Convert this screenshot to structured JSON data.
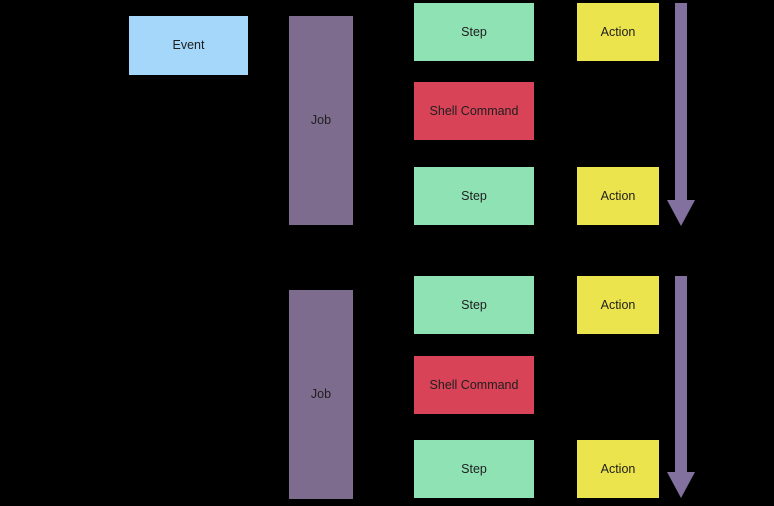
{
  "colors": {
    "background": "#000000",
    "event": "#a4d7f9",
    "job": "#7e6c8f",
    "step": "#8fe2b4",
    "shell": "#d94357",
    "action": "#ece44d",
    "arrow": "#82709f",
    "text": "#1e1e1e"
  },
  "groups": [
    {
      "event": {
        "label": "Event"
      },
      "job": {
        "label": "Job"
      },
      "steps": [
        {
          "label": "Step"
        },
        {
          "label": "Shell Command"
        },
        {
          "label": "Step"
        }
      ],
      "actions": [
        {
          "label": "Action"
        },
        {
          "label": "Action"
        }
      ],
      "arrow": {
        "icon": "down-arrow"
      }
    },
    {
      "job": {
        "label": "Job"
      },
      "steps": [
        {
          "label": "Step"
        },
        {
          "label": "Shell Command"
        },
        {
          "label": "Step"
        }
      ],
      "actions": [
        {
          "label": "Action"
        },
        {
          "label": "Action"
        }
      ],
      "arrow": {
        "icon": "down-arrow"
      }
    }
  ]
}
